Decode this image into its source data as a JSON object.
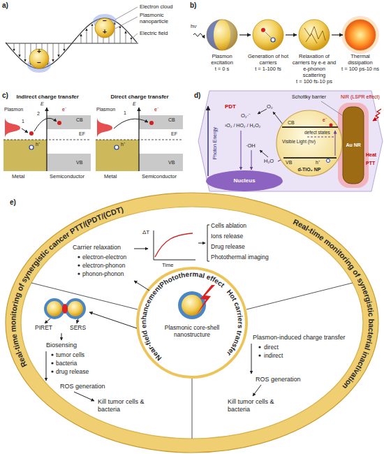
{
  "diagram": {
    "nodes": [
      {
        "text": [
          "Nucleus"
        ]
      },
      {
        "text": [
          "d-TiO₂ NP"
        ]
      },
      {
        "text": [
          "Au NR"
        ]
      },
      {
        "text": [
          "Real-time monitoring of synergistic cancer PTT/(PDT/(CDT)",
          "Real-time monitoring of synergistic bacterial inactivation"
        ]
      },
      {
        "text": [
          "Photothermal effect",
          "Near-field enhancement",
          "Hot carriers transfer",
          "Plasmonic core-shell nanostructure"
        ],
        "in": 3
      }
    ],
    "labels": [
      "a)",
      "Electron cloud",
      "Plasmonic nanoparticle",
      "Electric field",
      "+",
      "−",
      "−",
      "+",
      "b)",
      "hν",
      "Plasmon excitation",
      "t = 0 s",
      "Generation of hot carriers",
      "t = 1-100 fs",
      "Relaxation of carriers by e-e and e-phonon scattering",
      "t = 100 fs-10 ps",
      "Thermal dissipation",
      "t = 100 ps-10 ns",
      "c)",
      "Indirect charge transfer",
      "Plasmon",
      "E",
      "e⁻",
      "2",
      "1",
      "CB",
      "EF",
      "h⁺",
      "VB",
      "Metal",
      "Semiconductor",
      "Direct charge transfer",
      "Plasmon",
      "E",
      "e⁻",
      "1",
      "CB",
      "EF",
      "h⁺",
      "VB",
      "Metal",
      "Semiconductor",
      "d)",
      "PDT",
      "O₂",
      "O₂·⁻",
      "¹O₂ / HO₂ / H₂O₂",
      "Schottky barrier",
      "NIR (LSPR effect)",
      "e⁻",
      "CB",
      "defect states",
      "Visible Light (hν)",
      "VB",
      "h⁺",
      "Heat",
      "PTT",
      "·OH",
      "H₂O",
      "Photon Energy",
      "e)",
      "Carrier relaxation",
      "electron-electron",
      "electron-phonon",
      "phonon-phonon",
      "ΔT",
      "Time",
      "Cells ablation",
      "Ions release",
      "Drug release",
      "Photothermal imaging",
      "PIRET",
      "SERS",
      "Biosensing",
      "tumor cells",
      "bacteria",
      "drug release",
      "ROS generation",
      "Kill tumor cells & bacteria",
      "Plasmon-induced charge transfer",
      "direct",
      "indirect",
      "ROS generation",
      "Kill tumor cells & bacteria"
    ]
  }
}
